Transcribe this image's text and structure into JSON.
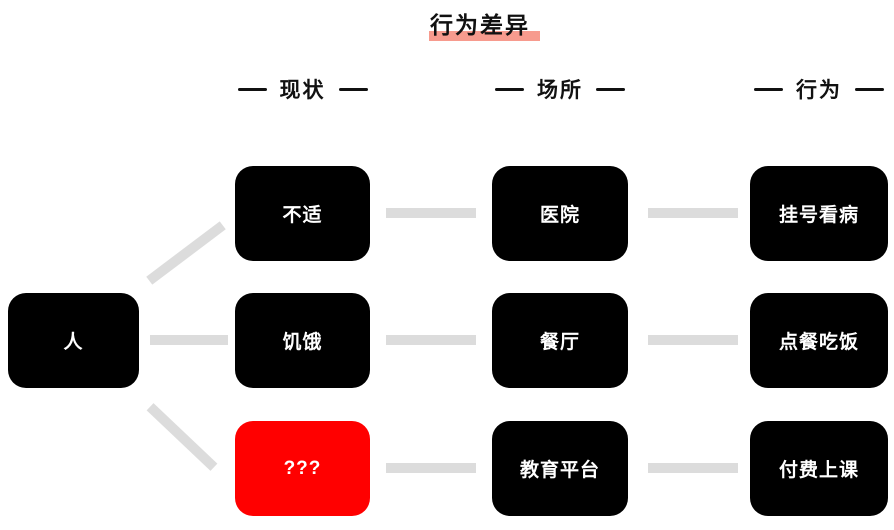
{
  "title": "行为差异",
  "columns": [
    {
      "label": "现状"
    },
    {
      "label": "场所"
    },
    {
      "label": "行为"
    }
  ],
  "root": {
    "label": "人"
  },
  "rows": [
    {
      "status": "不适",
      "place": "医院",
      "behavior": "挂号看病"
    },
    {
      "status": "饥饿",
      "place": "餐厅",
      "behavior": "点餐吃饭"
    },
    {
      "status": "???",
      "place": "教育平台",
      "behavior": "付费上课"
    }
  ],
  "colors": {
    "node": "#000000",
    "alert_node": "#ff0000",
    "node_text": "#ffffff",
    "connector": "#dcdcdc",
    "heading_text": "#111111",
    "title_highlight": "#f79b8e"
  }
}
